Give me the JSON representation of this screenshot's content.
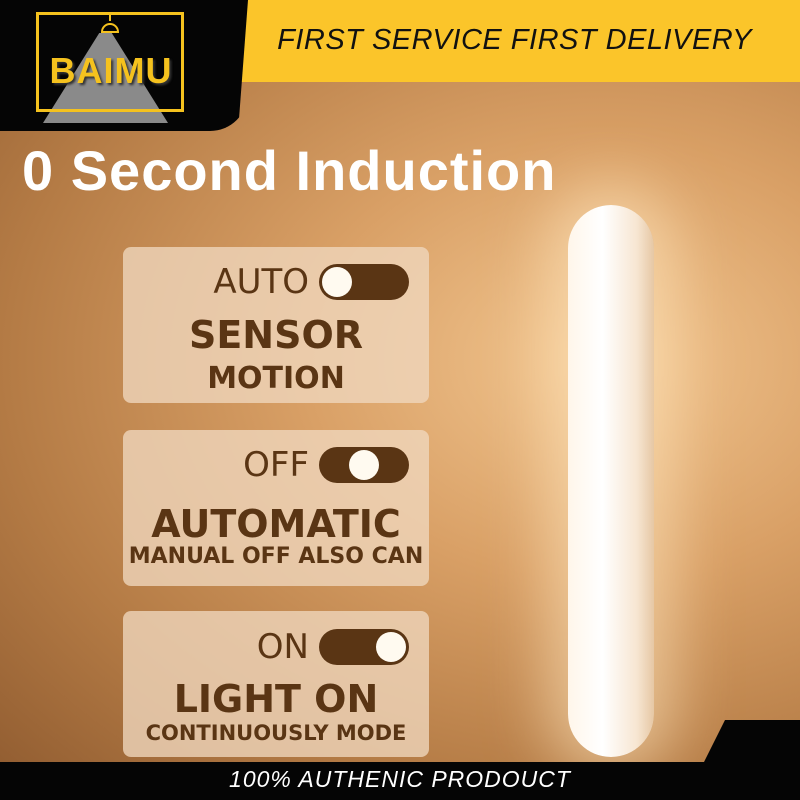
{
  "banner": {
    "text": "FIRST SERVICE FIRST DELIVERY",
    "color": "#fbc52a"
  },
  "logo": {
    "text": "BAIMU"
  },
  "headline": "0 Second Induction",
  "panels": [
    {
      "toggle_label": "AUTO",
      "knob_position": 0,
      "title": "SENSOR",
      "subtitle": "MOTION"
    },
    {
      "toggle_label": "OFF",
      "knob_position": 0.5,
      "title": "AUTOMATIC",
      "subtitle": "MANUAL OFF ALSO CAN"
    },
    {
      "toggle_label": "ON",
      "knob_position": 1,
      "title": "LIGHT ON",
      "subtitle": "CONTINUOUSLY MODE"
    }
  ],
  "footer": {
    "text": "100% AUTHENIC PRODOUCT"
  }
}
